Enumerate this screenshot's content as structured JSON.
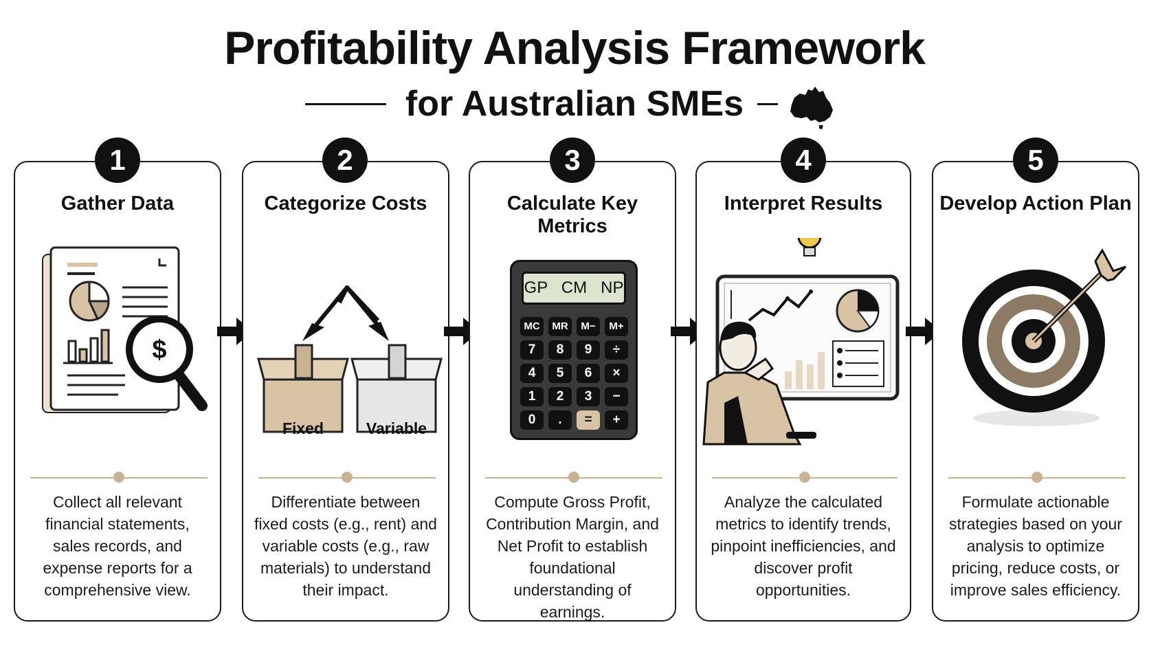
{
  "header": {
    "title": "Profitability Analysis Framework",
    "subtitle": "for Australian SMEs"
  },
  "icons": {
    "map": "australia-map-icon",
    "arrow": "arrow-right-icon"
  },
  "colors": {
    "accent": "#c7b394",
    "tan": "#d8c3a5",
    "dark": "#111111"
  },
  "steps": [
    {
      "number": "1",
      "title": "Gather Data",
      "description": "Collect all relevant financial statements, sales records, and expense reports for a comprehensive view.",
      "icon": "document-magnifier-icon",
      "magnifier_symbol": "$"
    },
    {
      "number": "2",
      "title": "Categorize Costs",
      "description": "Differentiate between fixed costs (e.g., rent) and variable costs (e.g., raw materials) to understand their impact.",
      "icon": "split-boxes-icon",
      "box_labels": [
        "Fixed",
        "Variable"
      ]
    },
    {
      "number": "3",
      "title": "Calculate Key Metrics",
      "description": "Compute Gross Profit, Contribution Margin, and Net Profit to establish foundational understanding of earnings.",
      "icon": "calculator-icon",
      "display": "GP   CM   NP",
      "keys": [
        "MC",
        "MR",
        "M−",
        "M+",
        "7",
        "8",
        "9",
        "÷",
        "4",
        "5",
        "6",
        "×",
        "1",
        "2",
        "3",
        "−",
        "0",
        ".",
        "=",
        "+"
      ]
    },
    {
      "number": "4",
      "title": "Interpret Results",
      "description": "Analyze the calculated metrics to identify trends, pinpoint inefficiencies, and discover profit opportunities.",
      "icon": "analyst-dashboard-icon"
    },
    {
      "number": "5",
      "title": "Develop Action Plan",
      "description": "Formulate actionable strategies based on your analysis to optimize pricing, reduce costs, or improve sales efficiency.",
      "icon": "target-arrow-icon"
    }
  ]
}
